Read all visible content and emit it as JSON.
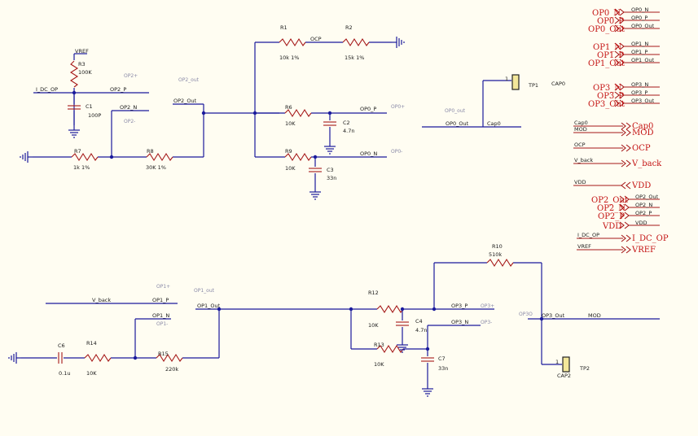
{
  "components": [
    {
      "ref": "R1",
      "value": "10k 1%"
    },
    {
      "ref": "R2",
      "value": "15k 1%"
    },
    {
      "ref": "R3",
      "value": "100K"
    },
    {
      "ref": "R6",
      "value": "10K"
    },
    {
      "ref": "R7",
      "value": "1k 1%"
    },
    {
      "ref": "R8",
      "value": "30K 1%"
    },
    {
      "ref": "R9",
      "value": "10K"
    },
    {
      "ref": "R10",
      "value": "510k"
    },
    {
      "ref": "R12",
      "value": "10K"
    },
    {
      "ref": "R13",
      "value": "10K"
    },
    {
      "ref": "R14",
      "value": "10K"
    },
    {
      "ref": "R15",
      "value": "220k"
    },
    {
      "ref": "C1",
      "value": "100P"
    },
    {
      "ref": "C2",
      "value": "4.7n"
    },
    {
      "ref": "C3",
      "value": "33n"
    },
    {
      "ref": "C4",
      "value": "4.7n"
    },
    {
      "ref": "C6",
      "value": "0.1u"
    },
    {
      "ref": "C7",
      "value": "33n"
    }
  ],
  "test_points": [
    {
      "ref": "TP1",
      "net": "CAP0",
      "pin": "1"
    },
    {
      "ref": "TP2",
      "net": "CAP2",
      "pin": "1"
    }
  ],
  "nets": {
    "vref": "VREF",
    "i_dc_op": "I_DC_OP",
    "op2_p": "OP2_P",
    "op2_n": "OP2_N",
    "op2_out": "OP2_Out",
    "ocp": "OCP",
    "op0_p": "OP0_P",
    "op0_n": "OP0_N",
    "op0_out": "OP0_Out",
    "cap0": "Cap0",
    "v_back": "V_back",
    "op1_p": "OP1_P",
    "op1_n": "OP1_N",
    "op1_out": "OP1_Out",
    "op3_p": "OP3_P",
    "op3_n": "OP3_N",
    "op3_out": "OP3_Out",
    "mod": "MOD"
  },
  "opamp_pins": {
    "op2_plus": "OP2+",
    "op2_minus": "OP2-",
    "op2_out": "OP2_out",
    "op0_plus": "OP0+",
    "op0_minus": "OP0-",
    "op0_out": "OP0_out",
    "op1_plus": "OP1+",
    "op1_minus": "OP1-",
    "op1_out": "OP1_out",
    "op3_plus": "OP3+",
    "op3_minus": "OP3-",
    "op3_out": "OP3O"
  },
  "ports": [
    {
      "label": "OP0_N",
      "net": "OP0_N"
    },
    {
      "label": "OP0_P",
      "net": "OP0_P"
    },
    {
      "label": "OP0_Out",
      "net": "OP0_Out"
    },
    {
      "label": "OP1_N",
      "net": "OP1_N"
    },
    {
      "label": "OP1_P",
      "net": "OP1_P"
    },
    {
      "label": "OP1_Out",
      "net": "OP1_Out"
    },
    {
      "label": "OP3_N",
      "net": "OP3_N"
    },
    {
      "label": "OP3_P",
      "net": "OP3_P"
    },
    {
      "label": "OP3_Out",
      "net": "OP3_Out"
    },
    {
      "label": "Cap0",
      "net": "Cap0"
    },
    {
      "label": "MOD",
      "net": "MOD"
    },
    {
      "label": "OCP",
      "net": "OCP"
    },
    {
      "label": "V_back",
      "net": "V_back"
    },
    {
      "label": "VDD",
      "net": "VDD"
    },
    {
      "label": "OP2_Out",
      "net": "OP2_Out"
    },
    {
      "label": "OP2_N",
      "net": "OP2_N"
    },
    {
      "label": "OP2_P",
      "net": "OP2_P"
    },
    {
      "label": "VDD",
      "net": "VDD"
    },
    {
      "label": "I_DC_OP",
      "net": "I_DC_OP"
    },
    {
      "label": "VREF",
      "net": "VREF"
    }
  ]
}
